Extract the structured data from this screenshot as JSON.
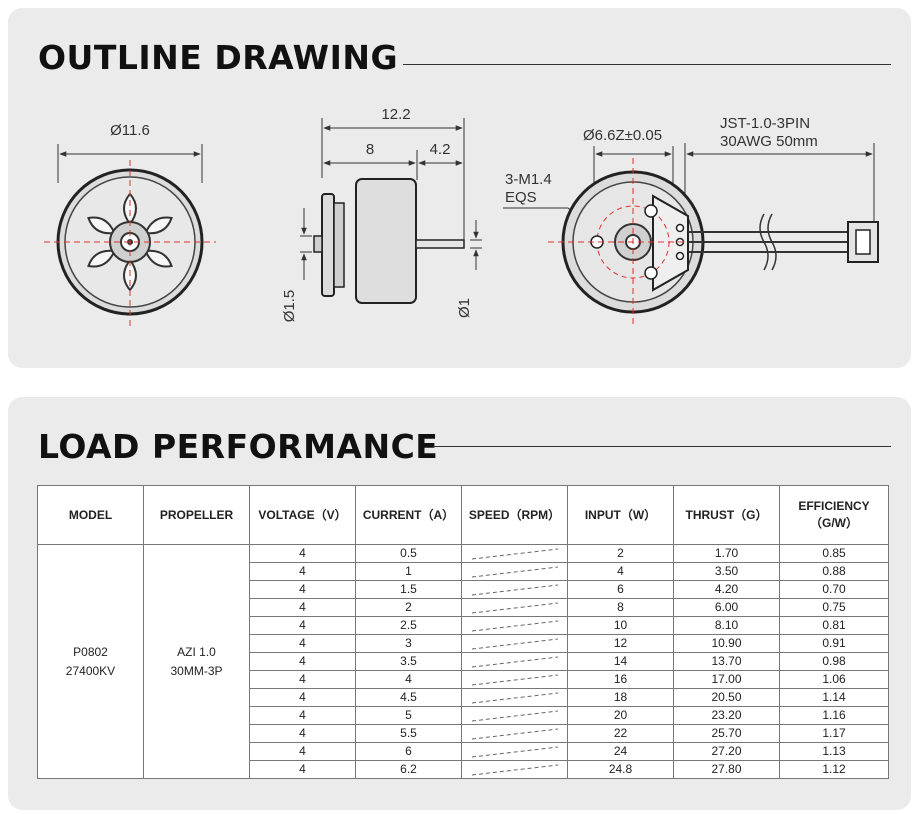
{
  "outline": {
    "title": "OUTLINE DRAWING",
    "dims": {
      "front_diameter": "Ø11.6",
      "overall_length": "12.2",
      "body_length": "8",
      "shaft_length": "4.2",
      "mount_shaft_dia": "Ø1.5",
      "shaft_dia": "Ø1",
      "hole_pattern": "Ø6.6Z±0.05",
      "screw_line1": "3-M1.4",
      "screw_line2": "EQS",
      "connector_line1": "JST-1.0-3PIN",
      "connector_line2": "30AWG 50mm"
    }
  },
  "performance": {
    "title": "LOAD PERFORMANCE",
    "headers": {
      "model": "MODEL",
      "propeller": "PROPELLER",
      "voltage": "VOLTAGE（V）",
      "current": "CURRENT（A）",
      "speed": "SPEED（RPM）",
      "input": "INPUT（W）",
      "thrust": "THRUST（G）",
      "efficiency_line1": "EFFICIENCY",
      "efficiency_line2": "（G/W）"
    },
    "model_line1": "P0802",
    "model_line2": "27400KV",
    "propeller_line1": "AZI 1.0",
    "propeller_line2": "30MM-3P",
    "rows": [
      {
        "voltage": "4",
        "current": "0.5",
        "input": "2",
        "thrust": "1.70",
        "efficiency": "0.85"
      },
      {
        "voltage": "4",
        "current": "1",
        "input": "4",
        "thrust": "3.50",
        "efficiency": "0.88"
      },
      {
        "voltage": "4",
        "current": "1.5",
        "input": "6",
        "thrust": "4.20",
        "efficiency": "0.70"
      },
      {
        "voltage": "4",
        "current": "2",
        "input": "8",
        "thrust": "6.00",
        "efficiency": "0.75"
      },
      {
        "voltage": "4",
        "current": "2.5",
        "input": "10",
        "thrust": "8.10",
        "efficiency": "0.81"
      },
      {
        "voltage": "4",
        "current": "3",
        "input": "12",
        "thrust": "10.90",
        "efficiency": "0.91"
      },
      {
        "voltage": "4",
        "current": "3.5",
        "input": "14",
        "thrust": "13.70",
        "efficiency": "0.98"
      },
      {
        "voltage": "4",
        "current": "4",
        "input": "16",
        "thrust": "17.00",
        "efficiency": "1.06"
      },
      {
        "voltage": "4",
        "current": "4.5",
        "input": "18",
        "thrust": "20.50",
        "efficiency": "1.14"
      },
      {
        "voltage": "4",
        "current": "5",
        "input": "20",
        "thrust": "23.20",
        "efficiency": "1.16"
      },
      {
        "voltage": "4",
        "current": "5.5",
        "input": "22",
        "thrust": "25.70",
        "efficiency": "1.17"
      },
      {
        "voltage": "4",
        "current": "6",
        "input": "24",
        "thrust": "27.20",
        "efficiency": "1.13"
      },
      {
        "voltage": "4",
        "current": "6.2",
        "input": "24.8",
        "thrust": "27.80",
        "efficiency": "1.12"
      }
    ]
  }
}
